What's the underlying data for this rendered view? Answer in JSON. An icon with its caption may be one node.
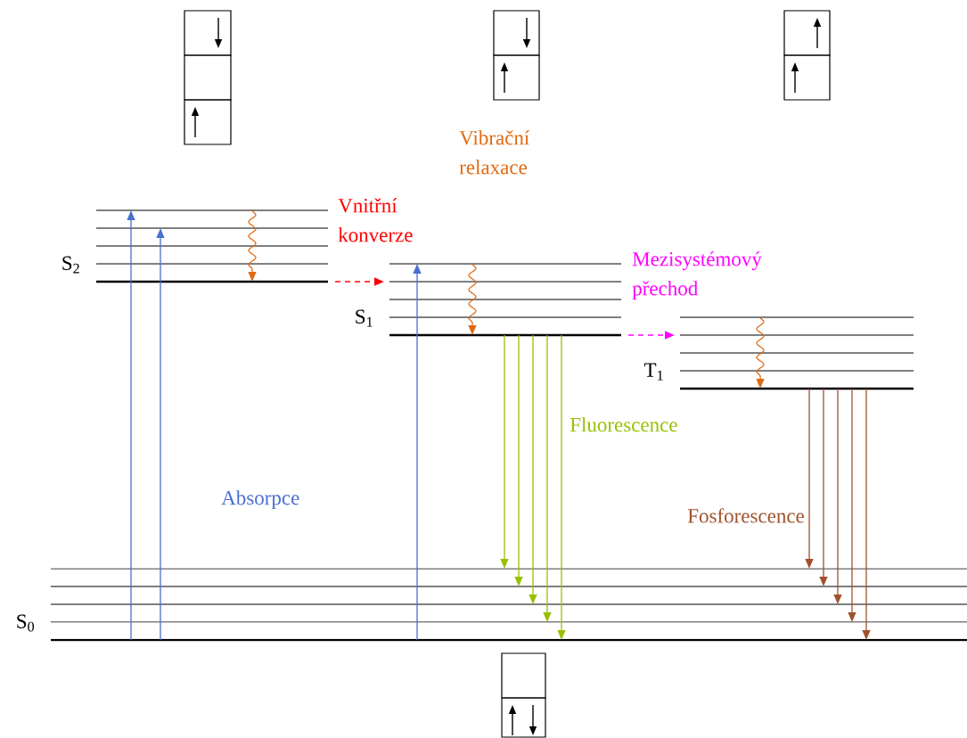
{
  "diagram": {
    "nodes": [
      {
        "text": [
          "S$_{2}$"
        ]
      },
      {
        "text": [
          "S$_{1}$"
        ]
      },
      {
        "text": [
          "T$_{1}$"
        ]
      },
      {
        "text": [
          "S$_{0}$"
        ]
      }
    ],
    "edges": [
      {
        "from": 3,
        "to": 0,
        "arrow": "to",
        "color": "#4a6fd0"
      },
      {
        "from": 3,
        "to": 0,
        "arrow": "to",
        "color": "#4a6fd0"
      },
      {
        "from": 3,
        "to": 1,
        "arrow": "to",
        "color": "#4a6fd0"
      },
      {
        "from": 0,
        "to": null,
        "arrow": "to",
        "color": "#e06a10"
      },
      {
        "from": 1,
        "to": null,
        "arrow": "to",
        "color": "#e06a10"
      },
      {
        "from": 2,
        "to": null,
        "arrow": "to",
        "color": "#e06a10"
      },
      {
        "from": 0,
        "to": 1,
        "arrow": "to",
        "style": "dashed",
        "color": "#ff0000"
      },
      {
        "from": 1,
        "to": 2,
        "arrow": "to",
        "style": "dashed",
        "color": "#ff00ff"
      },
      {
        "from": 1,
        "to": 3,
        "arrow": "to",
        "color": "#99c000"
      },
      {
        "from": 1,
        "to": 3,
        "arrow": "to",
        "color": "#99c000"
      },
      {
        "from": 1,
        "to": 3,
        "arrow": "to",
        "color": "#99c000"
      },
      {
        "from": 1,
        "to": 3,
        "arrow": "to",
        "color": "#99c000"
      },
      {
        "from": 1,
        "to": 3,
        "arrow": "to",
        "color": "#99c000"
      },
      {
        "from": 2,
        "to": 3,
        "arrow": "to",
        "color": "#a0522d"
      },
      {
        "from": 2,
        "to": 3,
        "arrow": "to",
        "color": "#a0522d"
      },
      {
        "from": 2,
        "to": 3,
        "arrow": "to",
        "color": "#a0522d"
      },
      {
        "from": 2,
        "to": 3,
        "arrow": "to",
        "color": "#a0522d"
      },
      {
        "from": 2,
        "to": 3,
        "arrow": "to",
        "color": "#a0522d"
      }
    ],
    "labels": [
      "Vibrační relaxace",
      "Vnitřní konverze",
      "Mezisystémový přechod",
      "Fluorescence",
      "Absorpce",
      "Fosforescence"
    ]
  }
}
